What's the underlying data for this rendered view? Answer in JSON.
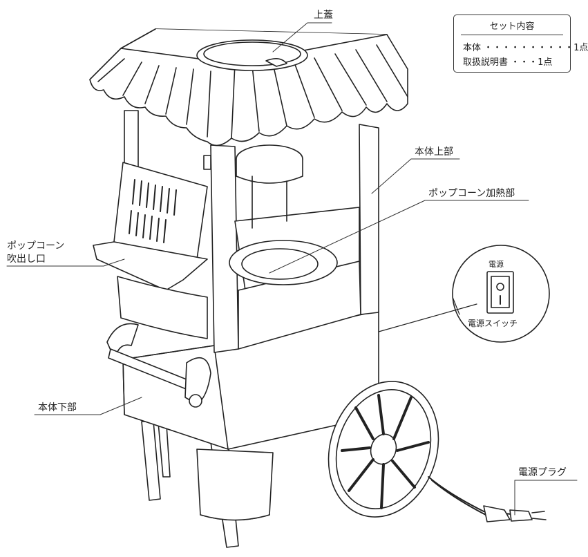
{
  "labels": {
    "lid": "上蓋",
    "upper_body": "本体上部",
    "heating_section": "ポップコーン加熱部",
    "outlet_line1": "ポップコーン",
    "outlet_line2": "吹出し口",
    "lower_body": "本体下部",
    "switch_caption": "電源スイッチ",
    "switch_top": "電源",
    "plug": "電源プラグ"
  },
  "set_contents": {
    "title": "セット内容",
    "items": [
      {
        "text": "本体 ・・・・・・・・・・1点"
      },
      {
        "text": "取扱説明書 ・・・1点"
      }
    ]
  }
}
